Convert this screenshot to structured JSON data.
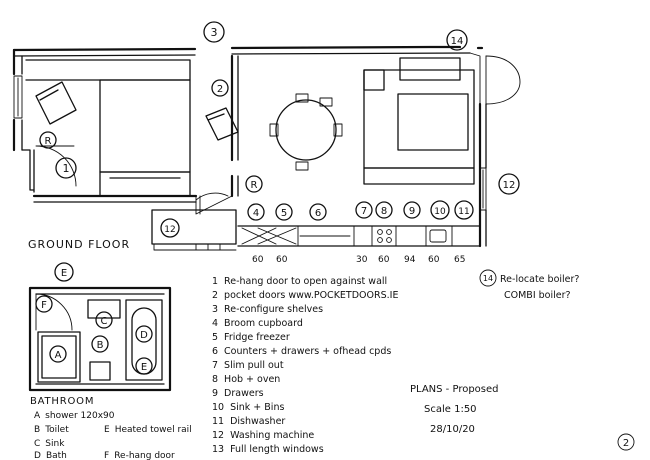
{
  "plan": {
    "ground_floor_title": "GROUND FLOOR",
    "bathroom_title": "BATHROOM",
    "page_number": "2",
    "plans_label": "PLANS - Proposed",
    "scale": "Scale 1:50",
    "date": "28/10/20"
  },
  "callouts": [
    {
      "id": "c1",
      "text": "1"
    },
    {
      "id": "c2",
      "text": "2"
    },
    {
      "id": "c3",
      "text": "3"
    },
    {
      "id": "c4",
      "text": "4"
    },
    {
      "id": "c5",
      "text": "5"
    },
    {
      "id": "c6",
      "text": "6"
    },
    {
      "id": "c7",
      "text": "7"
    },
    {
      "id": "c8",
      "text": "8"
    },
    {
      "id": "c9",
      "text": "9"
    },
    {
      "id": "c10",
      "text": "10"
    },
    {
      "id": "c11",
      "text": "11"
    },
    {
      "id": "c12a",
      "text": "12"
    },
    {
      "id": "c12b",
      "text": "12"
    },
    {
      "id": "c14",
      "text": "14"
    },
    {
      "id": "cR1",
      "text": "R"
    },
    {
      "id": "cR2",
      "text": "R"
    },
    {
      "id": "cE",
      "text": "E"
    },
    {
      "id": "cF",
      "text": "F"
    },
    {
      "id": "cA",
      "text": "A"
    },
    {
      "id": "cB",
      "text": "B"
    },
    {
      "id": "cC",
      "text": "C"
    },
    {
      "id": "cD",
      "text": "D"
    },
    {
      "id": "cE2",
      "text": "E"
    }
  ],
  "dimensions": [
    "60",
    "60",
    "30",
    "60",
    "94",
    "60",
    "65"
  ],
  "notes": [
    {
      "num": "1",
      "text": "Re-hang door to open against wall"
    },
    {
      "num": "2",
      "text": "pocket doors www.POCKETDOORS.IE"
    },
    {
      "num": "3",
      "text": "Re-configure shelves"
    },
    {
      "num": "4",
      "text": "Broom cupboard"
    },
    {
      "num": "5",
      "text": "Fridge freezer"
    },
    {
      "num": "6",
      "text": "Counters + drawers + ofhead cpds"
    },
    {
      "num": "7",
      "text": "Slim pull out"
    },
    {
      "num": "8",
      "text": "Hob + oven"
    },
    {
      "num": "9",
      "text": "Drawers"
    },
    {
      "num": "10",
      "text": "Sink + Bins"
    },
    {
      "num": "11",
      "text": "Dishwasher"
    },
    {
      "num": "12",
      "text": "Washing machine"
    },
    {
      "num": "13",
      "text": "Full length windows"
    }
  ],
  "note14": {
    "num": "14",
    "line1": "Re-locate boiler?",
    "line2": "COMBI boiler?"
  },
  "bathroom_key": [
    {
      "letter": "A",
      "text": "shower 120x90"
    },
    {
      "letter": "B",
      "text": "Toilet"
    },
    {
      "letter": "C",
      "text": "Sink"
    },
    {
      "letter": "D",
      "text": "Bath"
    },
    {
      "letter": "E",
      "text": "Heated towel rail"
    },
    {
      "letter": "F",
      "text": "Re-hang door"
    }
  ]
}
